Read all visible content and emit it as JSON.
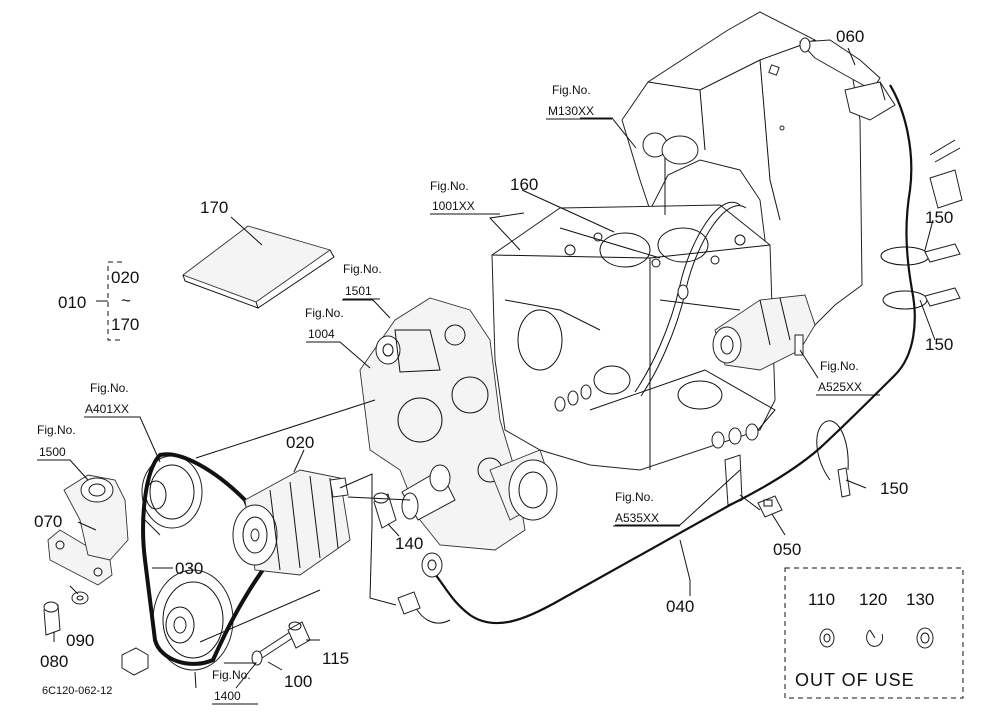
{
  "drawing_code": "6C120-062-12",
  "out_of_use_label": "OUT OF USE",
  "fig_prefix": "Fig.No.",
  "range": {
    "top": "020",
    "tilde": "~",
    "bottom": "170"
  },
  "parts": {
    "p010": "010",
    "p020": "020",
    "p030": "030",
    "p040": "040",
    "p050": "050",
    "p060": "060",
    "p070": "070",
    "p080": "080",
    "p090": "090",
    "p100": "100",
    "p110": "110",
    "p115": "115",
    "p120": "120",
    "p130": "130",
    "p140": "140",
    "p150a": "150",
    "p150b": "150",
    "p150c": "150",
    "p160": "160",
    "p170": "170"
  },
  "figs": {
    "m130": "M130XX",
    "f1001": "1001XX",
    "f1501": "1501",
    "f1004": "1004",
    "a401": "A401XX",
    "f1500": "1500",
    "a525": "A525XX",
    "a535": "A535XX",
    "f1400": "1400"
  }
}
